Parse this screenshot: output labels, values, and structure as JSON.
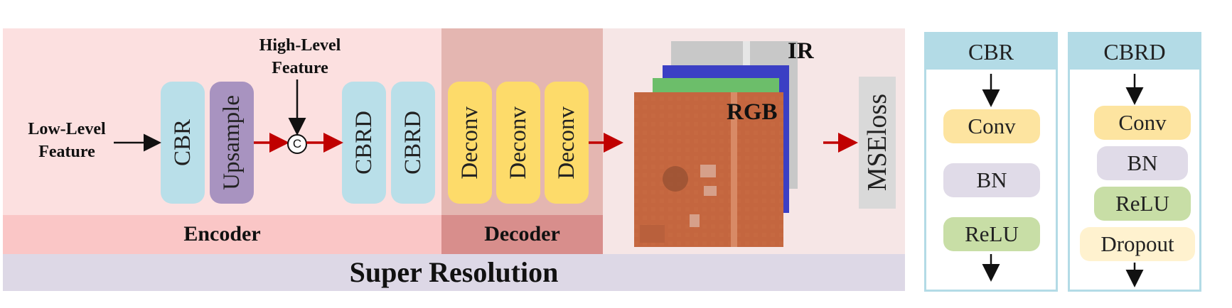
{
  "encoder": {
    "label": "Encoder",
    "input_label": "Low-Level\nFeature",
    "skip_label": "High-Level\nFeature",
    "blocks": [
      "CBR",
      "Upsample",
      "CBRD",
      "CBRD"
    ],
    "concat_symbol": "C"
  },
  "decoder": {
    "label": "Decoder",
    "blocks": [
      "Deconv",
      "Deconv",
      "Deconv"
    ]
  },
  "output": {
    "layer_labels": [
      "IR",
      "RGB"
    ],
    "loss_label": "MSEloss"
  },
  "section_label": "Super Resolution",
  "legend": [
    {
      "title": "CBR",
      "items": [
        "Conv",
        "BN",
        "ReLU"
      ]
    },
    {
      "title": "CBRD",
      "items": [
        "Conv",
        "BN",
        "ReLU",
        "Dropout"
      ]
    }
  ],
  "colors": {
    "arrow_red": "#c00000",
    "cbr_block": "#b9dfe9",
    "upsample_block": "#a893c0",
    "deconv_block": "#fddb6a",
    "encoder_bg": "#fce0e0",
    "decoder_bg": "#e4b6b1",
    "legend_header": "#b3dbe6"
  }
}
